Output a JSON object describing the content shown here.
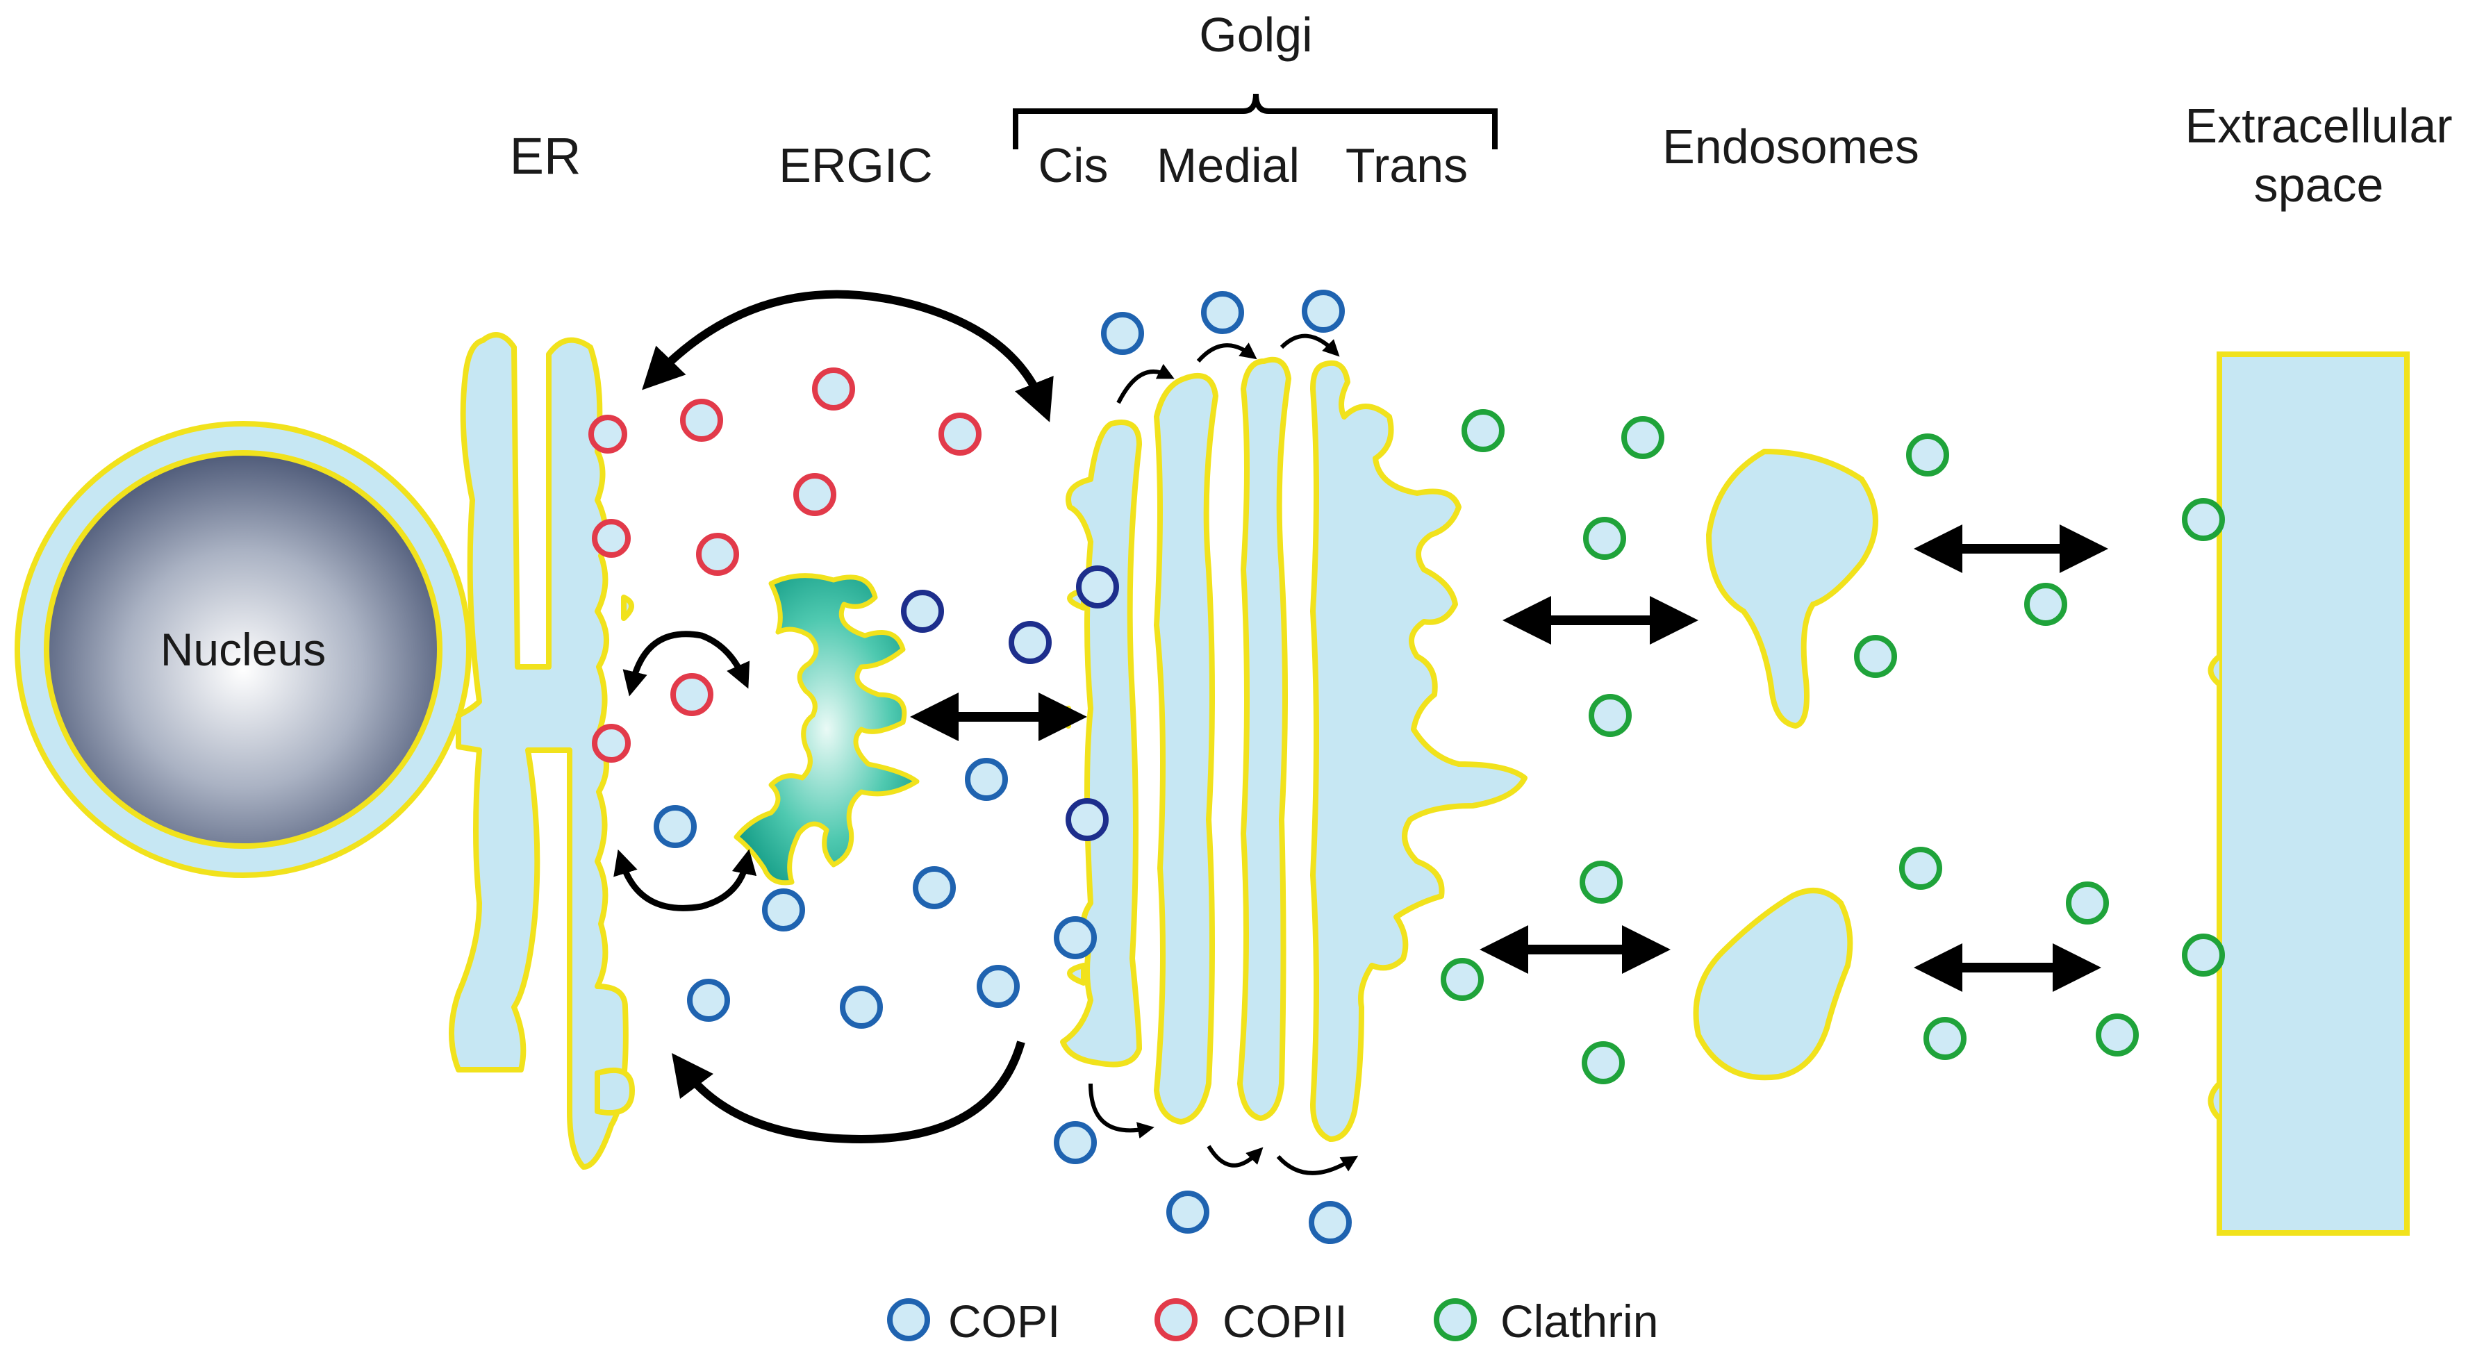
{
  "labels": {
    "er": "ER",
    "ergic": "ERGIC",
    "golgi": "Golgi",
    "cis": "Cis",
    "medial": "Medial",
    "trans": "Trans",
    "endosomes": "Endosomes",
    "extracellular_line1": "Extracellular",
    "extracellular_line2": "space",
    "nucleus": "Nucleus"
  },
  "legend": [
    {
      "label": "COPI",
      "color": "#1f63b0"
    },
    {
      "label": "COPII",
      "color": "#e23a4a"
    },
    {
      "label": "Clathrin",
      "color": "#1fa33a"
    }
  ],
  "colors": {
    "membrane_fill": "#c6e7f3",
    "membrane_outline": "#f1e21c",
    "ergic_fill": "#1bb59a",
    "vesicle_fill": "#cfeaf6",
    "arrow": "#000000"
  }
}
